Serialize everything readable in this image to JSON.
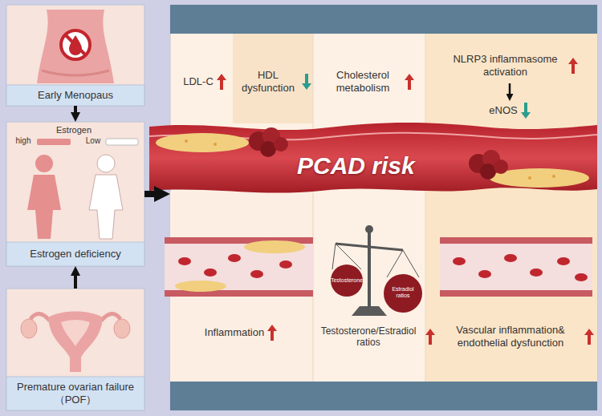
{
  "diagram": {
    "nodes": [
      {
        "text": [
          "Early Menopaus"
        ]
      },
      {
        "text": [
          "Estrogen deficiency"
        ]
      },
      {
        "text": [
          "Premature ovarian failure（POF）"
        ]
      },
      {
        "text": [
          "PCAD risk"
        ]
      },
      {
        "text": [
          "LDL-C"
        ],
        "in": 3
      },
      {
        "text": [
          "HDL dysfunction"
        ],
        "in": 3
      },
      {
        "text": [
          "Cholesterol metabolism"
        ],
        "in": 3
      },
      {
        "text": [
          "NLRP3 inflammasome activation"
        ],
        "in": 3
      },
      {
        "text": [
          "eNOS"
        ],
        "in": 3
      },
      {
        "text": [
          "Inflammation"
        ],
        "in": 3
      },
      {
        "text": [
          "Testosterone/Estradiol ratios"
        ],
        "in": 3
      },
      {
        "text": [
          "Vascular inflammation& endothelial dysfunction"
        ],
        "in": 3
      }
    ],
    "edges": [
      {
        "from": 0,
        "to": 1,
        "arrow": "to"
      },
      {
        "from": 2,
        "to": 1,
        "arrow": "to"
      },
      {
        "from": 1,
        "to": 3,
        "arrow": "to"
      },
      {
        "from": 7,
        "to": 8,
        "arrow": "to"
      }
    ],
    "labels": [
      "Estrogen",
      "high",
      "Low",
      "Testosterone",
      "Estradiol ratios"
    ]
  }
}
